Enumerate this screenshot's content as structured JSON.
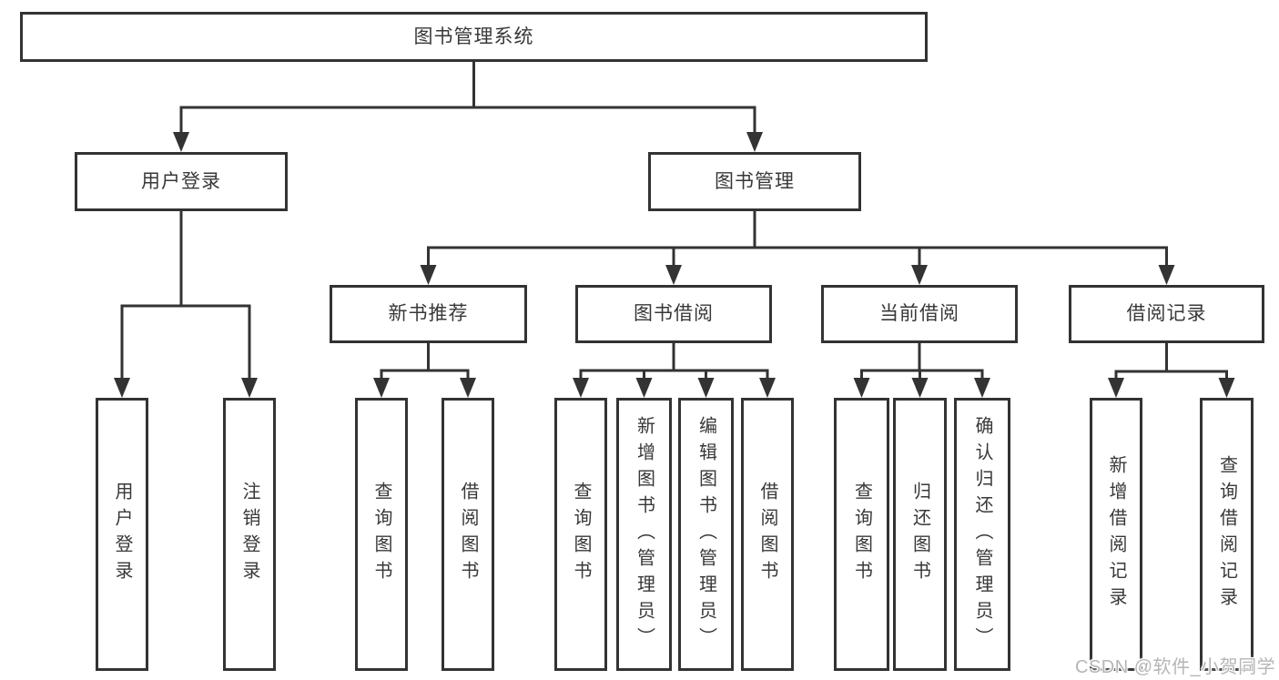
{
  "diagram": {
    "type": "function-structure-tree",
    "root": {
      "label": "图书管理系统"
    },
    "level2": [
      {
        "label": "用户登录",
        "children": [
          {
            "label": "用户登录"
          },
          {
            "label": "注销登录"
          }
        ]
      },
      {
        "label": "图书管理",
        "children": [
          {
            "label": "新书推荐",
            "children": [
              {
                "label": "查询图书"
              },
              {
                "label": "借阅图书"
              }
            ]
          },
          {
            "label": "图书借阅",
            "children": [
              {
                "label": "查询图书"
              },
              {
                "label": "新增图书（管理员）"
              },
              {
                "label": "编辑图书（管理员）"
              },
              {
                "label": "借阅图书"
              }
            ]
          },
          {
            "label": "当前借阅",
            "children": [
              {
                "label": "查询图书"
              },
              {
                "label": "归还图书"
              },
              {
                "label": "确认归还（管理员）"
              }
            ]
          },
          {
            "label": "借阅记录",
            "children": [
              {
                "label": "新增借阅记录"
              },
              {
                "label": "查询借阅记录"
              }
            ]
          }
        ]
      }
    ],
    "line_color": "#333333",
    "text_color": "#383838",
    "background": "#ffffff"
  },
  "watermark": {
    "text": "CSDN @软件_小贺同学"
  }
}
